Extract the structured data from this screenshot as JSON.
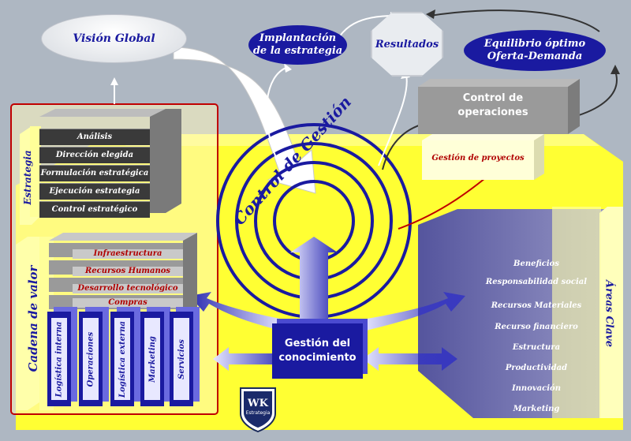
{
  "top": {
    "vision_global": "Visión Global",
    "implantacion": [
      "Implantación",
      "de la estrategia"
    ],
    "resultados": "Resultados",
    "equilibrio": [
      "Equilibrio óptimo",
      "Oferta-Demanda"
    ]
  },
  "control_operaciones": [
    "Control de",
    "operaciones"
  ],
  "gestion_proyectos": "Gestión de proyectos",
  "control_gestion": "Control de Gestión",
  "estrategia": {
    "title": "Estrategia",
    "items": [
      "Análisis",
      "Dirección elegida",
      "Formulación estratégica",
      "Ejecución estrategia",
      "Control estratégico"
    ]
  },
  "cadena": {
    "title": "Cadena de valor",
    "rows": [
      "Infraestructura",
      "Recursos Humanos",
      "Desarrollo tecnológico",
      "Compras"
    ],
    "columns": [
      "Logística interna",
      "Operaciones",
      "Logística externa",
      "Marketing",
      "Servicios"
    ]
  },
  "gestion_conocimiento": [
    "Gestión del",
    "conocimiento"
  ],
  "areas_clave": {
    "title": "Áreas Clave",
    "items": [
      "Beneficios",
      "Responsabilidad social",
      "Recursos Materiales",
      "Recurso financiero",
      "Estructura",
      "Productividad",
      "Innovación",
      "Marketing"
    ]
  },
  "logo": {
    "letters": "WK",
    "text": "Estrategia"
  },
  "colors": {
    "navy": "#1a1aa0",
    "yellow": "#ffff33",
    "dark_red": "#b00000"
  }
}
